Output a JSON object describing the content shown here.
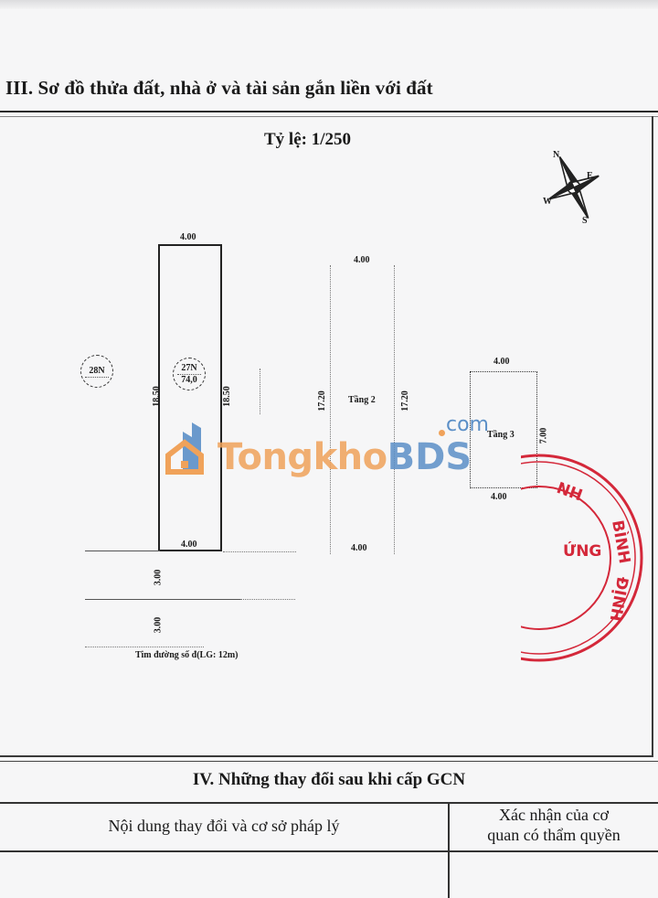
{
  "section3": {
    "title": "III. Sơ đồ thửa đất, nhà ở và tài sản gắn liền với đất",
    "scale": "Tỷ lệ: 1/250"
  },
  "compass": {
    "n": "N",
    "e": "E",
    "s": "S",
    "w": "W"
  },
  "parcel": {
    "top_width": "4.00",
    "bottom_width": "4.00",
    "left_length": "18.50",
    "right_length": "18.50",
    "id": "27N",
    "area": "74,0"
  },
  "neighbor": {
    "id": "28N"
  },
  "floor2": {
    "label": "Tầng 2",
    "top_width": "4.00",
    "bottom_width": "4.00",
    "left_length": "17.20",
    "right_length": "17.20"
  },
  "floor3": {
    "label": "Tầng 3",
    "top_width": "4.00",
    "bottom_width": "4.00",
    "right_length": "7.00"
  },
  "setbacks": {
    "first": "3.00",
    "second": "3.00"
  },
  "road": {
    "label": "Tim đường số   đ(LG: 12m)"
  },
  "watermark": {
    "part1": "Tongkho",
    "part2": "BDS",
    "suffix": "com"
  },
  "stamp": {
    "texts": [
      "NH",
      "ỨNG",
      "BÌNH",
      "ĐỊNH"
    ],
    "color": "#d4283a"
  },
  "section4": {
    "title": "IV. Những thay đổi sau khi cấp GCN",
    "col1_header": "Nội dung thay đổi và cơ sở pháp lý",
    "col2_header_line1": "Xác nhận của cơ",
    "col2_header_line2": "quan có thẩm quyền"
  }
}
